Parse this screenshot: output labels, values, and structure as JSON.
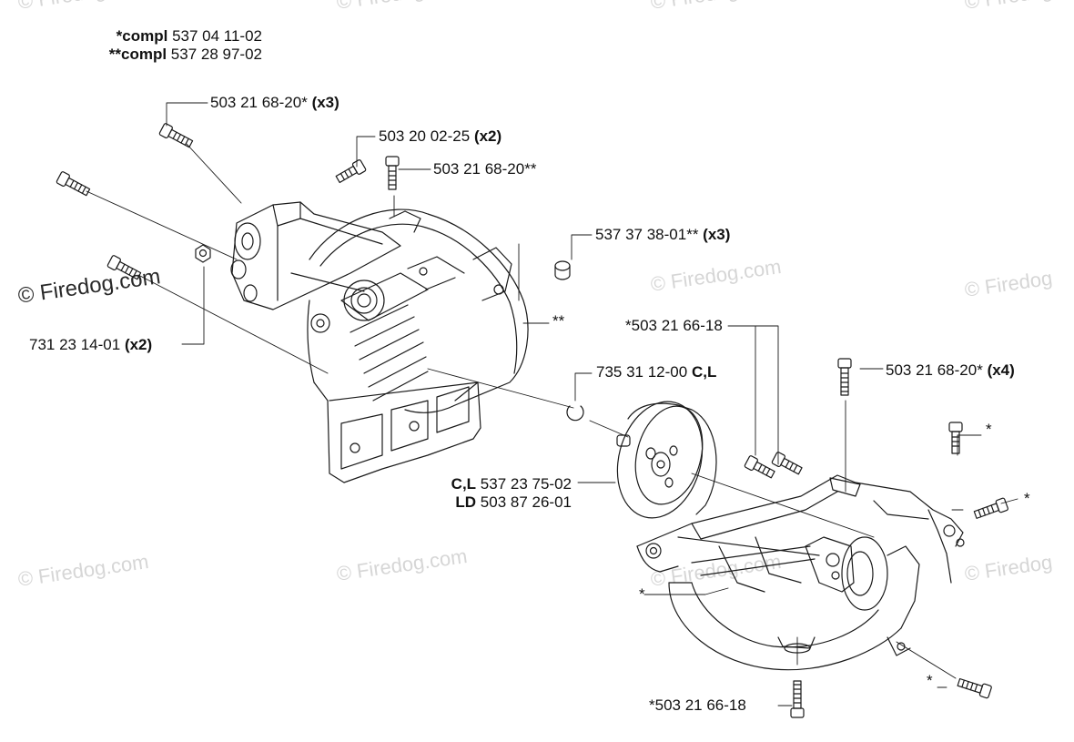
{
  "header": {
    "compl_1": {
      "tag": "*compl",
      "part": "537 04 11-02"
    },
    "compl_2": {
      "tag": "**compl",
      "part": "537 28 97-02"
    }
  },
  "labels": [
    {
      "id": "l1",
      "part": "503 21 68-20*",
      "qty": "(x3)"
    },
    {
      "id": "l2",
      "part": "503 20 02-25",
      "qty": "(x2)"
    },
    {
      "id": "l3",
      "part": "503 21 68-20**",
      "qty": ""
    },
    {
      "id": "l4",
      "part": "537 37 38-01**",
      "qty": "(x3)"
    },
    {
      "id": "l5",
      "part": "731 23 14-01",
      "qty": "(x2)"
    },
    {
      "id": "l6",
      "part": "**",
      "qty": ""
    },
    {
      "id": "l7",
      "part": "*503 21 66-18",
      "qty": ""
    },
    {
      "id": "l8",
      "part": "735 31 12-00",
      "qty": "C,L"
    },
    {
      "id": "l9",
      "part": "503 21 68-20*",
      "qty": "(x4)"
    },
    {
      "id": "l10",
      "part": "*",
      "qty": ""
    },
    {
      "id": "l11",
      "part": "*",
      "qty": ""
    },
    {
      "id": "l12",
      "part": "*",
      "qty": ""
    },
    {
      "id": "l13",
      "part": "*",
      "qty": ""
    },
    {
      "id": "l14",
      "part": "*503 21 66-18",
      "qty": ""
    }
  ],
  "clutch_drum": {
    "line1": {
      "tag": "C,L",
      "part": "537 23 75-02"
    },
    "line2": {
      "tag": "LD",
      "part": "503 87 26-01"
    }
  },
  "watermark": "© Firedog.com",
  "watermark_short": "© Firedog",
  "colors": {
    "line": "#1a1a1a",
    "watermark": "#d6d6d6",
    "background": "#ffffff"
  }
}
